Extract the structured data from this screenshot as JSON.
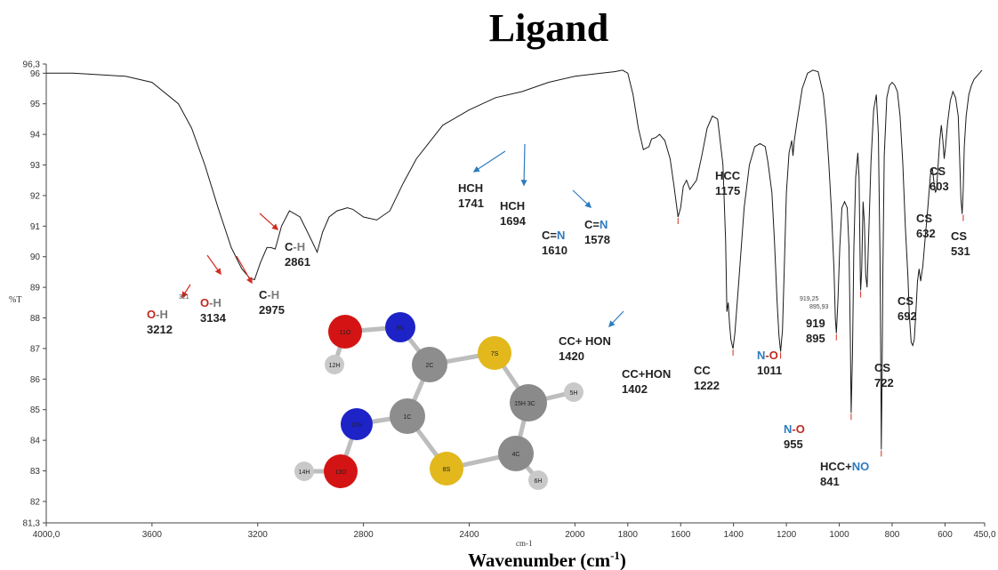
{
  "chart_data": {
    "type": "line",
    "title": "Ligand",
    "xlabel": "Wavenumber (cm",
    "xlabel_sup": "-1",
    "xlabel_close": ")",
    "xlabel_small": "cm-1",
    "ylabel": "%T",
    "xlim": [
      4000,
      450
    ],
    "ylim": [
      81.3,
      96.3
    ],
    "x_tick_labels": [
      "4000,0",
      "3600",
      "3200",
      "2800",
      "2400",
      "2000",
      "1800",
      "1600",
      "1400",
      "1200",
      "1000",
      "800",
      "600",
      "450,0"
    ],
    "x_tick_values": [
      4000,
      3600,
      3200,
      2800,
      2400,
      2000,
      1800,
      1600,
      1400,
      1200,
      1000,
      800,
      600,
      450
    ],
    "y_tick_labels": [
      "96,3",
      "96",
      "95",
      "94",
      "93",
      "92",
      "91",
      "90",
      "89",
      "88",
      "87",
      "86",
      "85",
      "84",
      "83",
      "82",
      "81,3"
    ],
    "y_tick_values": [
      96.3,
      96,
      95,
      94,
      93,
      92,
      91,
      90,
      89,
      88,
      87,
      86,
      85,
      84,
      83,
      82,
      81.3
    ],
    "grid": false,
    "line_color": "#1a1a1a",
    "spectrum": {
      "x": [
        4000,
        3900,
        3800,
        3700,
        3600,
        3500,
        3450,
        3400,
        3350,
        3300,
        3260,
        3230,
        3212,
        3190,
        3165,
        3150,
        3134,
        3110,
        3080,
        3040,
        3000,
        2975,
        2955,
        2930,
        2900,
        2880,
        2861,
        2840,
        2800,
        2750,
        2700,
        2650,
        2600,
        2500,
        2400,
        2300,
        2200,
        2100,
        2000,
        1900,
        1850,
        1820,
        1800,
        1780,
        1760,
        1741,
        1720,
        1710,
        1694,
        1680,
        1660,
        1640,
        1625,
        1610,
        1600,
        1590,
        1578,
        1565,
        1540,
        1520,
        1500,
        1480,
        1460,
        1440,
        1430,
        1425,
        1420,
        1415,
        1410,
        1405,
        1402,
        1395,
        1380,
        1360,
        1340,
        1320,
        1300,
        1290,
        1280,
        1270,
        1255,
        1245,
        1235,
        1228,
        1222,
        1215,
        1208,
        1200,
        1190,
        1180,
        1175,
        1170,
        1160,
        1140,
        1120,
        1100,
        1080,
        1060,
        1050,
        1040,
        1030,
        1020,
        1015,
        1011,
        1005,
        998,
        990,
        980,
        970,
        963,
        958,
        955,
        950,
        945,
        938,
        930,
        925,
        920,
        919,
        915,
        910,
        905,
        900,
        895,
        890,
        880,
        870,
        860,
        852,
        846,
        843,
        841,
        838,
        835,
        830,
        820,
        810,
        800,
        790,
        780,
        770,
        760,
        750,
        740,
        735,
        728,
        722,
        716,
        710,
        704,
        698,
        692,
        684,
        675,
        665,
        655,
        648,
        640,
        636,
        632,
        626,
        620,
        614,
        608,
        603,
        598,
        590,
        580,
        570,
        560,
        550,
        545,
        540,
        535,
        531,
        527,
        520,
        510,
        500,
        490,
        480,
        470,
        460,
        450
      ],
      "y": [
        96.0,
        96.0,
        95.95,
        95.9,
        95.7,
        95.0,
        94.2,
        93.0,
        91.6,
        90.3,
        89.6,
        89.3,
        89.25,
        89.8,
        90.3,
        90.3,
        90.25,
        91.0,
        91.5,
        91.3,
        90.6,
        90.15,
        90.8,
        91.3,
        91.5,
        91.55,
        91.6,
        91.55,
        91.3,
        91.2,
        91.5,
        92.4,
        93.2,
        94.3,
        94.8,
        95.2,
        95.4,
        95.7,
        95.9,
        96.0,
        96.05,
        96.1,
        96.0,
        95.3,
        94.2,
        93.5,
        93.6,
        93.85,
        93.9,
        94.0,
        93.8,
        93.2,
        92.3,
        91.3,
        91.6,
        92.3,
        92.5,
        92.2,
        92.5,
        93.3,
        94.2,
        94.6,
        94.5,
        93.0,
        90.5,
        88.2,
        88.5,
        87.8,
        87.3,
        87.1,
        87.0,
        87.5,
        89.2,
        91.6,
        93.0,
        93.6,
        93.7,
        93.65,
        93.6,
        93.1,
        92.1,
        90.5,
        88.5,
        87.4,
        86.9,
        87.6,
        89.6,
        92.1,
        93.4,
        93.8,
        93.3,
        93.8,
        94.4,
        95.5,
        96.0,
        96.1,
        96.05,
        95.3,
        94.4,
        93.1,
        91.6,
        89.6,
        88.0,
        87.5,
        88.6,
        90.3,
        91.6,
        91.8,
        91.6,
        90.3,
        87.3,
        84.9,
        86.8,
        90.2,
        92.6,
        93.4,
        92.6,
        89.2,
        88.9,
        89.6,
        91.8,
        91.1,
        89.4,
        89.0,
        90.3,
        93.1,
        94.8,
        95.3,
        94.0,
        90.1,
        86.6,
        83.7,
        86.2,
        89.6,
        93.3,
        95.2,
        95.6,
        95.7,
        95.6,
        95.4,
        94.6,
        93.1,
        91.0,
        89.3,
        88.1,
        87.2,
        87.1,
        87.3,
        88.2,
        89.2,
        89.6,
        89.2,
        89.7,
        90.6,
        91.6,
        92.7,
        92.9,
        92.3,
        92.1,
        92.2,
        93.0,
        93.8,
        94.3,
        93.8,
        93.2,
        93.6,
        94.4,
        95.1,
        95.4,
        95.2,
        94.6,
        93.3,
        91.9,
        91.4,
        92.2,
        93.6,
        94.6,
        95.3,
        95.6,
        95.8,
        95.9,
        96.0,
        96.1
      ]
    },
    "annotations": [
      {
        "id": "oh3212",
        "atom1": "O",
        "c1": "#c0281f",
        "atom2": "-H",
        "c2": "#7a7a7a",
        "num": "3212",
        "peak_x": 3212,
        "peak_y": 89.25,
        "arrow": "red"
      },
      {
        "id": "oh3134",
        "atom1": "O",
        "c1": "#c0281f",
        "atom2": "-H",
        "c2": "#7a7a7a",
        "num": "3134",
        "peak_x": 3134,
        "peak_y": 90.25,
        "arrow": "red"
      },
      {
        "id": "ch2975",
        "atom1": "C",
        "c1": "#222222",
        "atom2": "-H",
        "c2": "#7a7a7a",
        "num": "2975",
        "peak_x": 2975,
        "peak_y": 90.15,
        "arrow": "red"
      },
      {
        "id": "ch2861",
        "atom1": "C",
        "c1": "#222222",
        "atom2": "-H",
        "c2": "#7a7a7a",
        "num": "2861",
        "peak_x": 2861,
        "peak_y": 91.6,
        "arrow": "red"
      },
      {
        "id": "hch1741",
        "label": "HCH",
        "num": "1741",
        "peak_x": 1741,
        "peak_y": 93.5,
        "arrow": "blue"
      },
      {
        "id": "hch1694",
        "label": "HCH",
        "num": "1694",
        "peak_x": 1694,
        "peak_y": 93.9,
        "arrow": "blue"
      },
      {
        "id": "cn1610",
        "atom1": "C=",
        "c1": "#222222",
        "atom2": "N",
        "c2": "#2e7bbf",
        "num": "1610",
        "peak_x": 1610,
        "peak_y": 91.3,
        "arrow": "red-tick"
      },
      {
        "id": "cn1578",
        "atom1": "C=",
        "c1": "#222222",
        "atom2": "N",
        "c2": "#2e7bbf",
        "num": "1578",
        "peak_x": 1578,
        "peak_y": 92.5,
        "arrow": "blue"
      },
      {
        "id": "cchon1420",
        "label": "CC+ HON",
        "num": "1420",
        "peak_x": 1420,
        "peak_y": 88.5,
        "arrow": "blue"
      },
      {
        "id": "cchon1402",
        "label": "CC+HON",
        "num": "1402",
        "peak_x": 1402,
        "peak_y": 87.0,
        "arrow": "red-tick"
      },
      {
        "id": "cc1222",
        "label": "CC",
        "num": "1222",
        "peak_x": 1222,
        "peak_y": 86.9,
        "arrow": "red-tick"
      },
      {
        "id": "hcc1175",
        "label": "HCC",
        "num": "1175",
        "peak_x": 1175,
        "peak_y": 93.3,
        "arrow": "none"
      },
      {
        "id": "no1011",
        "atom1": "N",
        "c1": "#2e7bbf",
        "atom2": "-O",
        "c2": "#c0281f",
        "num": "1011",
        "peak_x": 1011,
        "peak_y": 87.5,
        "arrow": "red-tick"
      },
      {
        "id": "no955",
        "atom1": "N",
        "c1": "#2e7bbf",
        "atom2": "-O",
        "c2": "#c0281f",
        "num": "955",
        "peak_x": 955,
        "peak_y": 84.9,
        "arrow": "red-tick"
      },
      {
        "id": "p919",
        "label": "919",
        "num": "895",
        "small1": "919,25",
        "small2": "895,93",
        "peak_x": 919,
        "peak_y": 88.9,
        "arrow": "red-tick"
      },
      {
        "id": "hccno841",
        "label": "HCC+",
        "atom2": "NO",
        "c2": "#2e7bbf",
        "num": "841",
        "peak_x": 841,
        "peak_y": 83.7,
        "arrow": "red-tick"
      },
      {
        "id": "cs722",
        "label": "CS",
        "num": "722",
        "peak_x": 722,
        "peak_y": 87.1,
        "arrow": "none"
      },
      {
        "id": "cs692",
        "label": "CS",
        "num": "692",
        "peak_x": 692,
        "peak_y": 89.2,
        "arrow": "none"
      },
      {
        "id": "cs632",
        "label": "CS",
        "num": "632",
        "peak_x": 632,
        "peak_y": 92.1,
        "arrow": "none"
      },
      {
        "id": "cs603",
        "label": "CS",
        "num": "603",
        "peak_x": 603,
        "peak_y": 93.2,
        "arrow": "none"
      },
      {
        "id": "cs531",
        "label": "CS",
        "num": "531",
        "peak_x": 531,
        "peak_y": 91.4,
        "arrow": "red-tick"
      }
    ],
    "small_peak_label": "321",
    "molecule_atoms": [
      "11O",
      "9N",
      "12H",
      "2C",
      "7S",
      "15H",
      "3C",
      "5H",
      "10N",
      "1C",
      "14H",
      "13O",
      "8S",
      "4C",
      "6H"
    ]
  }
}
